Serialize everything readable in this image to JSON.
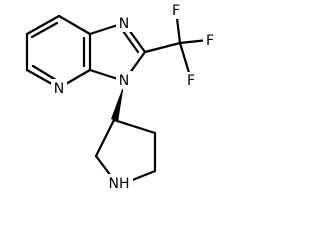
{
  "structure": {
    "atoms": {
      "n_imidazole_top": "N",
      "n_pyridine": "N",
      "n_imidazole_substituted": "N",
      "f_top": "F",
      "f_right": "F",
      "f_bottom": "F",
      "nh_pyrrolidine": "NH"
    },
    "stereo_bond": "wedge"
  }
}
